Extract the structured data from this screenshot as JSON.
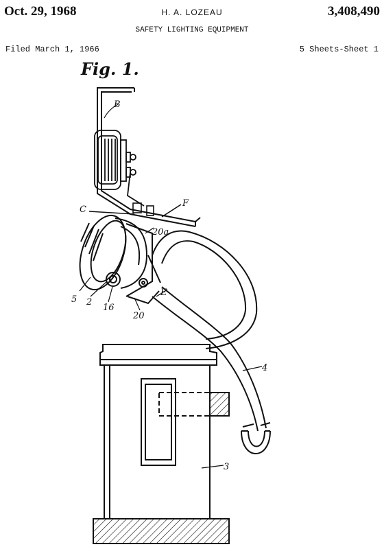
{
  "header": {
    "date": "Oct. 29, 1968",
    "inventor": "H. A. LOZEAU",
    "patent_number": "3,408,490",
    "title": "SAFETY LIGHTING EQUIPMENT",
    "filed": "Filed March 1, 1966",
    "sheets": "5 Sheets-Sheet 1"
  },
  "figure": {
    "title": "Fig. 1.",
    "labels": {
      "B": "B",
      "C": "C",
      "F": "F",
      "twenty_a": "20a",
      "E": "E",
      "five": "5",
      "two": "2",
      "sixteen": "16",
      "twenty": "20",
      "four": "4",
      "three": "3"
    }
  }
}
